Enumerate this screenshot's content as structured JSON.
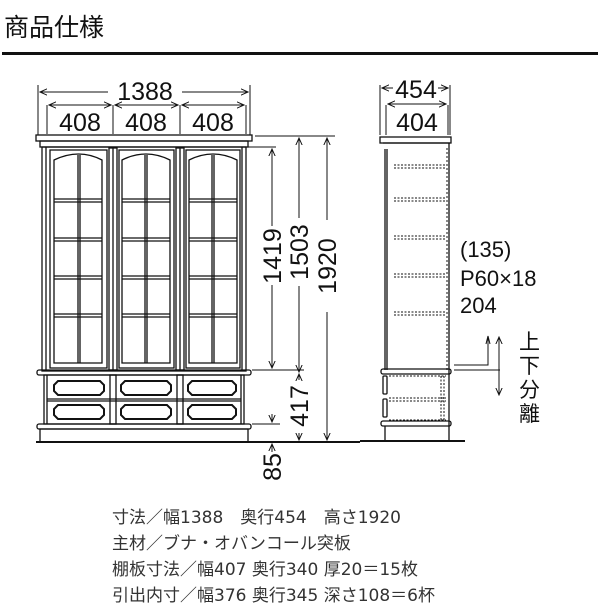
{
  "header": {
    "title": "商品仕様"
  },
  "front_view": {
    "overall_width": "1388",
    "section_widths": [
      "408",
      "408",
      "408"
    ],
    "upper_height": "1419",
    "upper_with_base_height": "1503",
    "total_height": "1920",
    "lower_height": "417",
    "plinth_height": "85"
  },
  "side_view": {
    "overall_depth": "454",
    "inner_depth": "404",
    "shelf_pitch_note": "(135)",
    "shelf_pitch": "P60×18",
    "shelf_offset": "204",
    "separation_label": [
      "上",
      "下",
      "分",
      "離"
    ]
  },
  "specs": [
    "寸法／幅1388　奥行454　高さ1920",
    "主材／ブナ・オバンコール突板",
    "棚板寸法／幅407 奥行340 厚20＝15枚",
    "引出内寸／幅376 奥行345 深さ108＝6杯"
  ]
}
